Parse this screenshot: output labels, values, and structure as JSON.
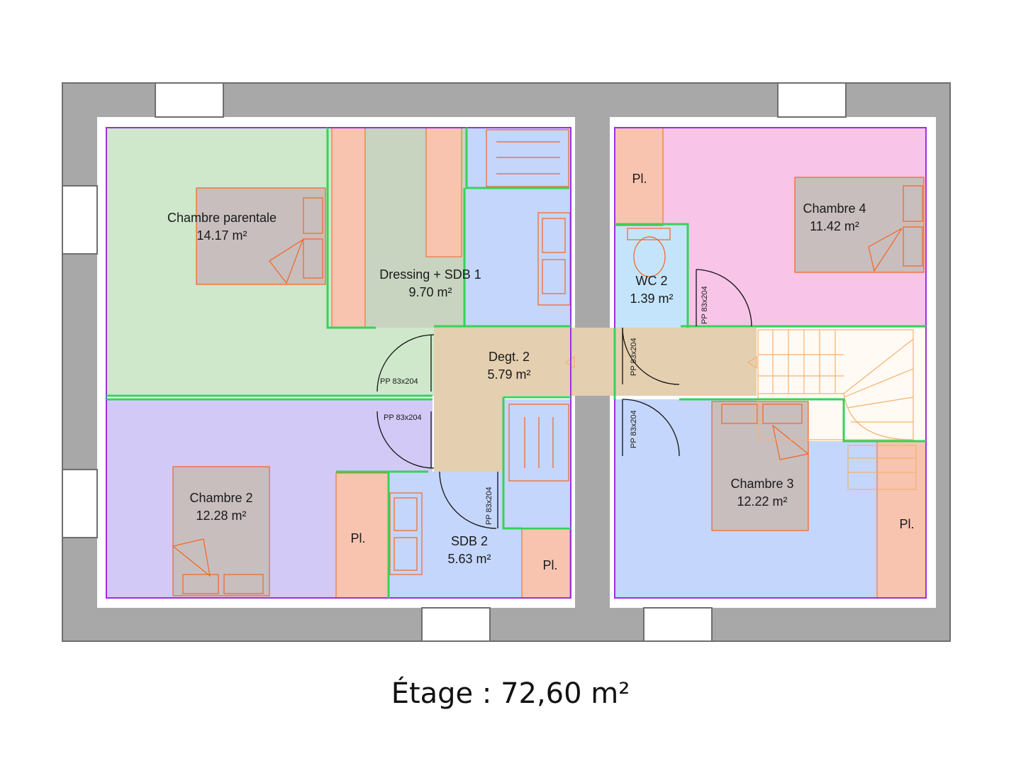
{
  "colors": {
    "wall": "#a8a8a8",
    "wall_border": "#6e6e6e",
    "green_room": "#cfe8cb",
    "purple_room": "#d3c9f7",
    "pink_room": "#f8c4e8",
    "blue_room": "#c4d6fb",
    "hall": "#e4cfb0",
    "closet": "#f8c4b0",
    "bed": "#c8bebe",
    "outline_purple": "#9b30e0",
    "outline_green": "#35d35a",
    "furniture": "#f26522"
  },
  "rooms": {
    "chambre_parentale": {
      "name": "Chambre parentale",
      "area": "14.17 m²"
    },
    "dressing_sdb1": {
      "name": "Dressing + SDB 1",
      "area": "9.70 m²"
    },
    "wc2": {
      "name": "WC 2",
      "area": "1.39 m²"
    },
    "chambre4": {
      "name": "Chambre 4",
      "area": "11.42 m²"
    },
    "degt2": {
      "name": "Degt. 2",
      "area": "5.79 m²"
    },
    "chambre2": {
      "name": "Chambre 2",
      "area": "12.28 m²"
    },
    "sdb2": {
      "name": "SDB 2",
      "area": "5.63 m²"
    },
    "chambre3": {
      "name": "Chambre 3",
      "area": "12.22 m²"
    }
  },
  "placards": {
    "label": "Pl."
  },
  "doors": {
    "label": "PP 83x204"
  },
  "caption": {
    "text": "Étage :  72,60 m²"
  }
}
